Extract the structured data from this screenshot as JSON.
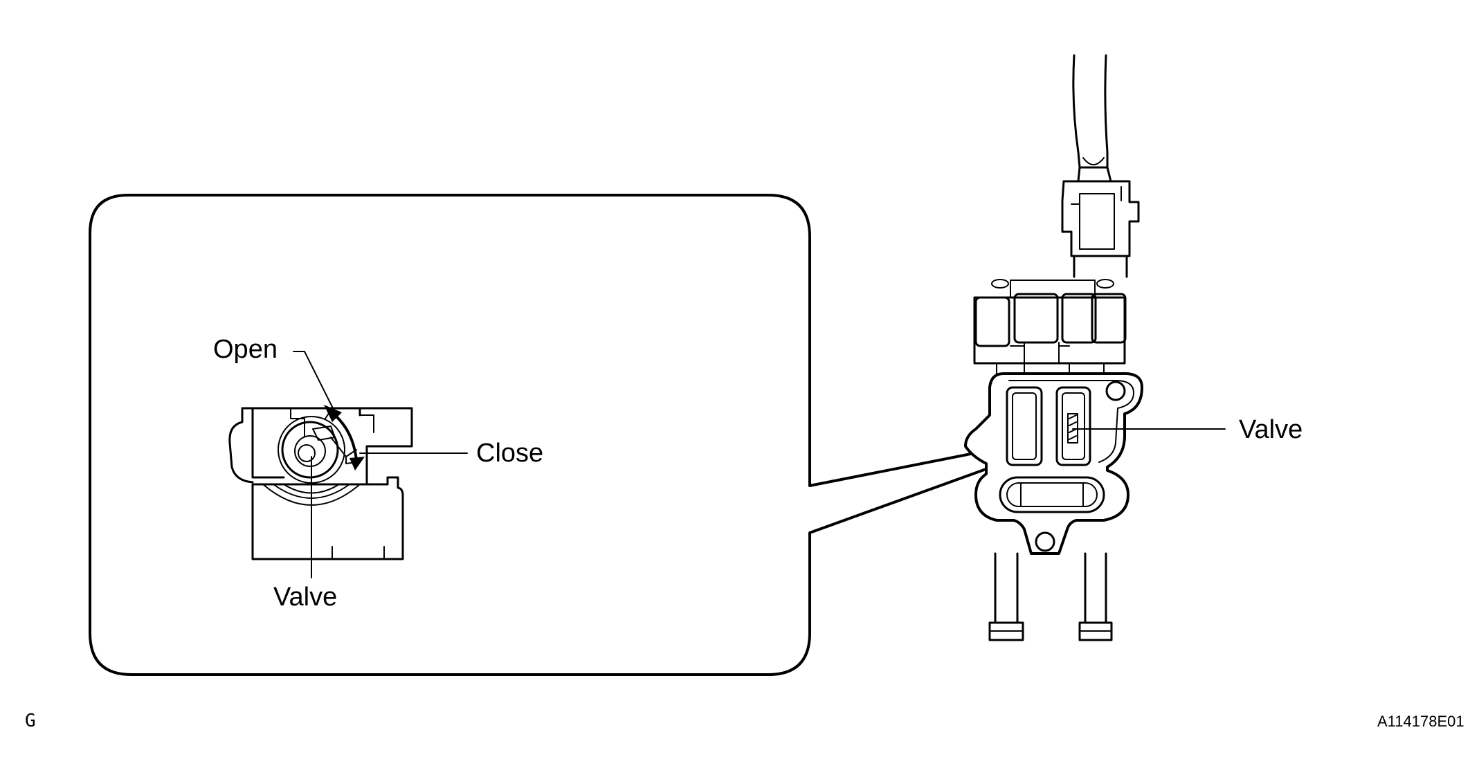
{
  "labels": {
    "open": "Open",
    "close": "Close",
    "valve_detail": "Valve",
    "valve_main": "Valve",
    "corner_letter": "G",
    "figure_id": "A114178E01"
  },
  "colors": {
    "line": "#000000",
    "background": "#ffffff"
  }
}
